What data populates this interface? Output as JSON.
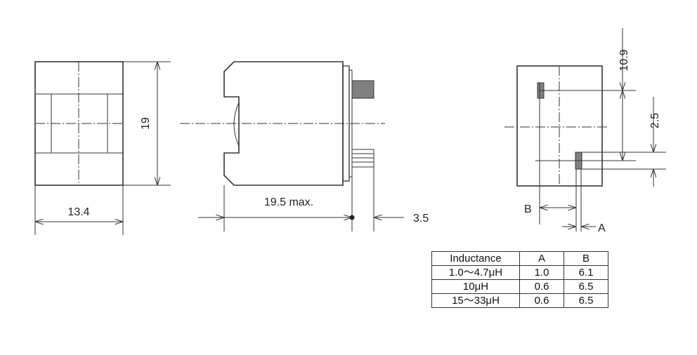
{
  "dimensions": {
    "width_front": "13.4",
    "height_front": "19",
    "length_side": "19.5 max.",
    "pin_offset": "3.5",
    "top_offset": "10.9",
    "pin_spacing": "2.5",
    "label_a": "A",
    "label_b": "B"
  },
  "table": {
    "headers": [
      "Inductance",
      "A",
      "B"
    ],
    "rows": [
      [
        "1.0～4.7μH",
        "1.0",
        "6.1"
      ],
      [
        "10μH",
        "0.6",
        "6.5"
      ],
      [
        "15～33μH",
        "0.6",
        "6.5"
      ]
    ]
  }
}
